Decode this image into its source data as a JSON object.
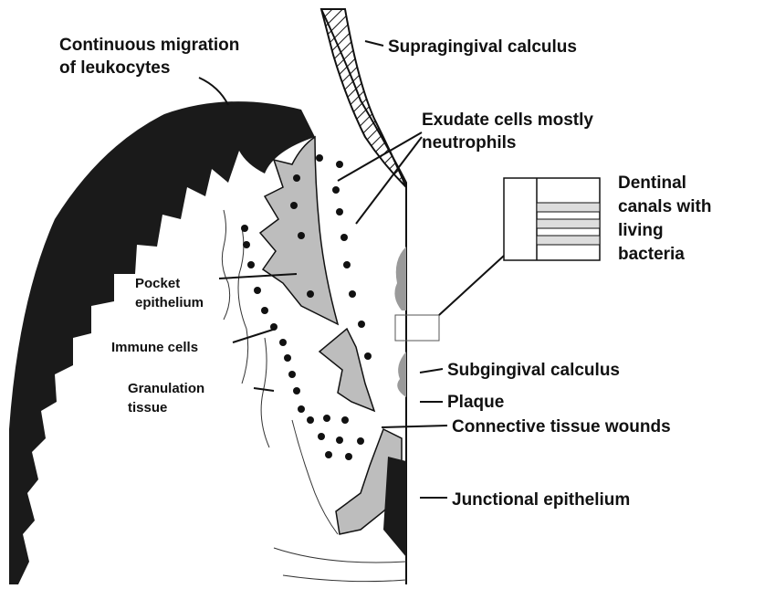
{
  "labels": {
    "migration_line1": "Continuous migration",
    "migration_line2": "of leukocytes",
    "supragingival": "Supragingival calculus",
    "exudate_line1": "Exudate cells mostly",
    "exudate_line2": "neutrophils",
    "dentinal_line1": "Dentinal",
    "dentinal_line2": "canals with",
    "dentinal_line3": "living",
    "dentinal_line4": "bacteria",
    "pocket_line1": "Pocket",
    "pocket_line2": "epithelium",
    "immune": "Immune cells",
    "granulation_line1": "Granulation",
    "granulation_line2": "tissue",
    "subgingival": "Subgingival calculus",
    "plaque": "Plaque",
    "connective": "Connective tissue wounds",
    "junctional": "Junctional epithelium"
  },
  "colors": {
    "ink": "#111111",
    "gingiva_dark": "#1a1a1a",
    "epithelium_gray": "#bdbdbd",
    "calculus_gray": "#9a9a9a",
    "background": "#ffffff"
  }
}
